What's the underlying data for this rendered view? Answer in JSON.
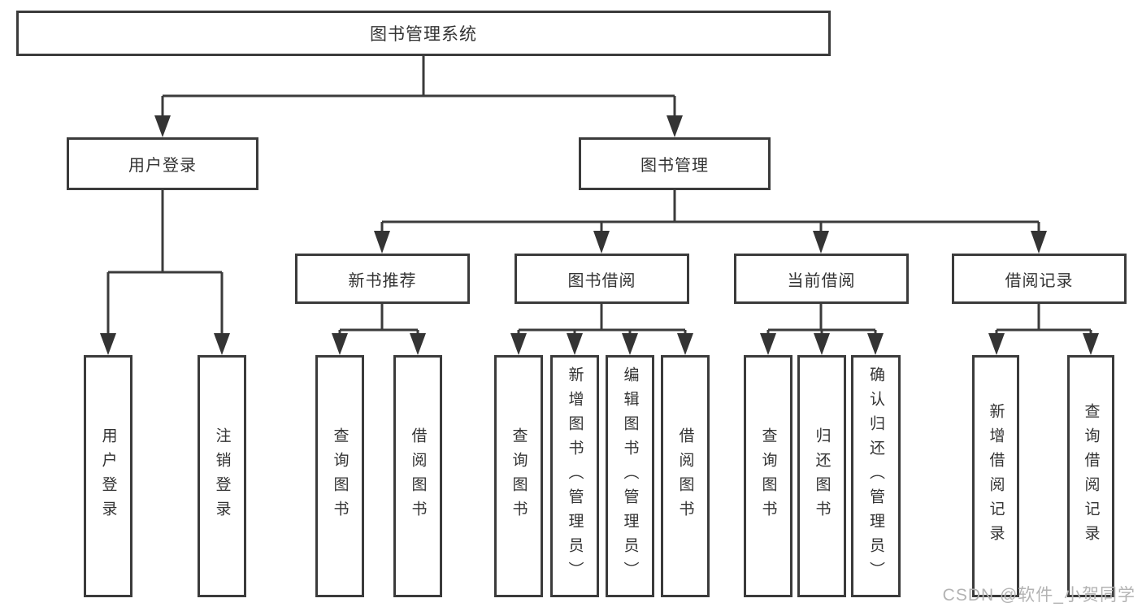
{
  "diagram": {
    "root": {
      "label": "图书管理系统"
    },
    "level2": {
      "user_login": {
        "label": "用户登录"
      },
      "book_mgmt": {
        "label": "图书管理"
      }
    },
    "level3": {
      "new_books": {
        "label": "新书推荐"
      },
      "book_borrow": {
        "label": "图书借阅"
      },
      "current_borrow": {
        "label": "当前借阅"
      },
      "borrow_records": {
        "label": "借阅记录"
      }
    },
    "leaves": {
      "login": {
        "label": "用户登录"
      },
      "logout": {
        "label": "注销登录"
      },
      "nb_query": {
        "label": "查询图书"
      },
      "nb_borrow": {
        "label": "借阅图书"
      },
      "bb_query": {
        "label": "查询图书"
      },
      "bb_add": {
        "label": "新增图书（管理员）"
      },
      "bb_edit": {
        "label": "编辑图书（管理员）"
      },
      "bb_borrow": {
        "label": "借阅图书"
      },
      "cb_query": {
        "label": "查询图书"
      },
      "cb_return": {
        "label": "归还图书"
      },
      "cb_confirm": {
        "label": "确认归还（管理员）"
      },
      "br_add": {
        "label": "新增借阅记录"
      },
      "br_query": {
        "label": "查询借阅记录"
      }
    }
  },
  "watermark": "CSDN @软件_小贺同学",
  "colors": {
    "line": "#3b3b3b",
    "text": "#333333",
    "watermark": "#b3b3b3",
    "background": "#ffffff"
  }
}
